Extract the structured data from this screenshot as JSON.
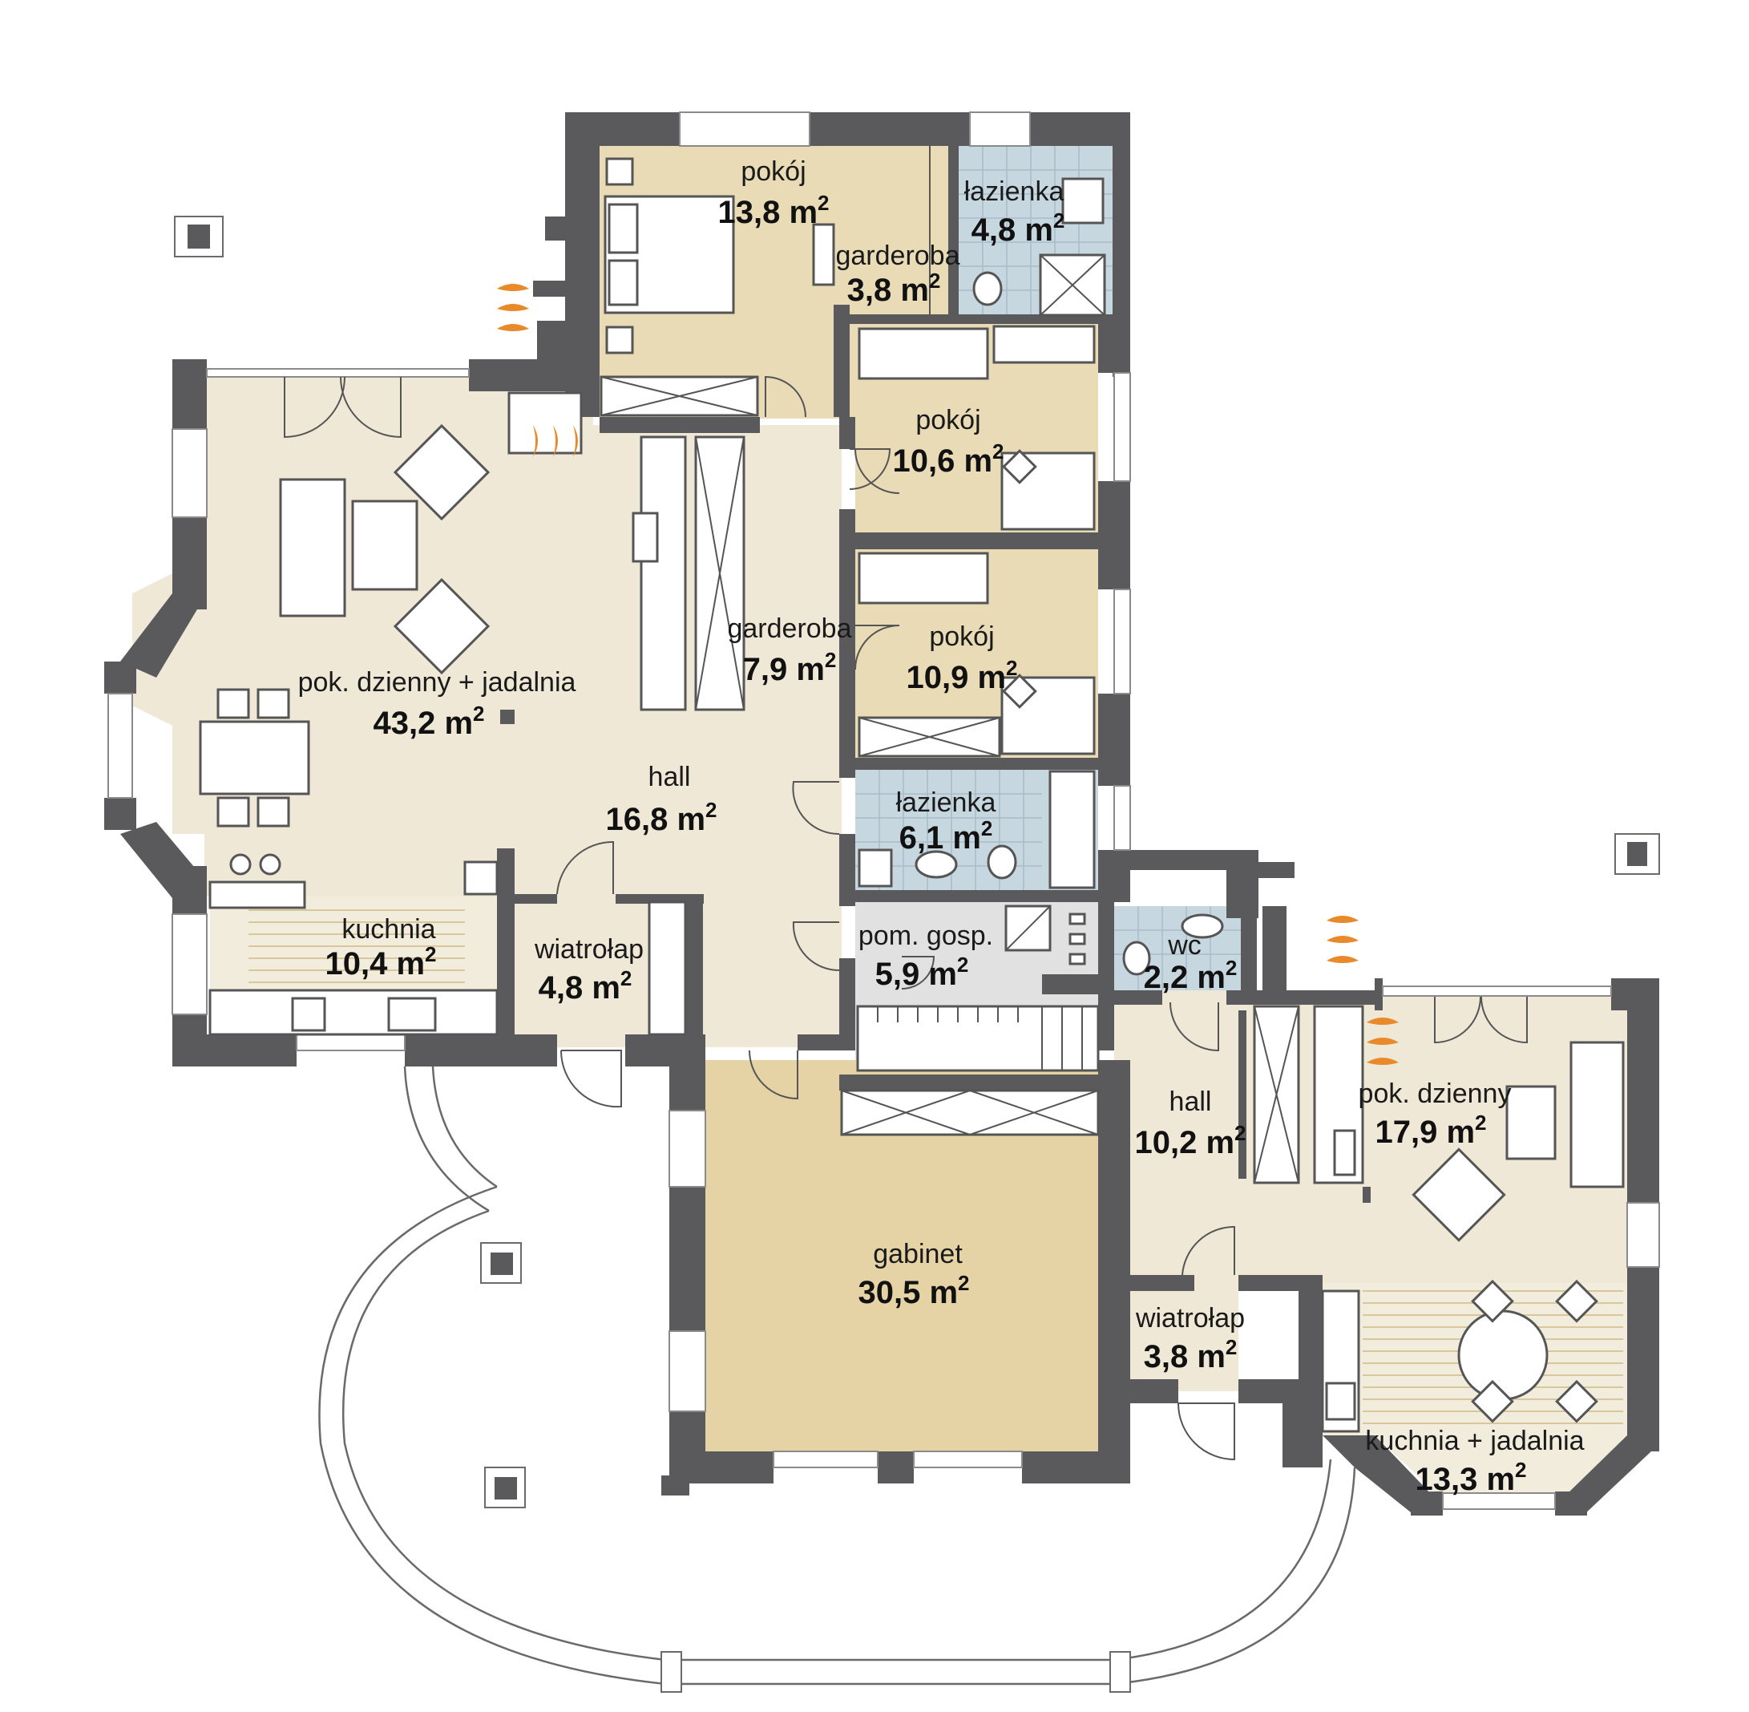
{
  "colors": {
    "wall": "#5a5a5c",
    "living_floor": "#efe8d6",
    "bedroom_floor": "#e9dbb5",
    "study_floor": "#e5d3a5",
    "bathroom_floor": "#c7d7e0",
    "utility_floor": "#e1e1e1",
    "kitchen_stripes": "#e6d9b7",
    "fireplace_flame": "#e8892a"
  },
  "rooms": [
    {
      "id": "pokoj-1",
      "name": "pokój",
      "area": "13,8 m",
      "exp": "2"
    },
    {
      "id": "garderoba-1",
      "name": "garderoba",
      "area": "3,8 m",
      "exp": "2"
    },
    {
      "id": "lazienka-1",
      "name": "łazienka",
      "area": "4,8 m",
      "exp": "2"
    },
    {
      "id": "pokoj-2",
      "name": "pokój",
      "area": "10,6 m",
      "exp": "2"
    },
    {
      "id": "garderoba-2",
      "name": "garderoba",
      "area": "7,9 m",
      "exp": "2"
    },
    {
      "id": "pokoj-3",
      "name": "pokój",
      "area": "10,9 m",
      "exp": "2"
    },
    {
      "id": "pokoj-dzienny-jadalnia",
      "name": "pok. dzienny + jadalnia",
      "area": "43,2 m",
      "exp": "2"
    },
    {
      "id": "hall-1",
      "name": "hall",
      "area": "16,8 m",
      "exp": "2"
    },
    {
      "id": "lazienka-2",
      "name": "łazienka",
      "area": "6,1 m",
      "exp": "2"
    },
    {
      "id": "kuchnia",
      "name": "kuchnia",
      "area": "10,4 m",
      "exp": "2"
    },
    {
      "id": "wiatrolap-1",
      "name": "wiatrołap",
      "area": "4,8 m",
      "exp": "2"
    },
    {
      "id": "pom-gosp",
      "name": "pom. gosp.",
      "area": "5,9 m",
      "exp": "2"
    },
    {
      "id": "wc",
      "name": "wc",
      "area": "2,2 m",
      "exp": "2"
    },
    {
      "id": "hall-2",
      "name": "hall",
      "area": "10,2 m",
      "exp": "2"
    },
    {
      "id": "pokoj-dzienny",
      "name": "pok. dzienny",
      "area": "17,9 m",
      "exp": "2"
    },
    {
      "id": "gabinet",
      "name": "gabinet",
      "area": "30,5 m",
      "exp": "2"
    },
    {
      "id": "wiatrolap-2",
      "name": "wiatrołap",
      "area": "3,8 m",
      "exp": "2"
    },
    {
      "id": "kuchnia-jadalnia",
      "name": "kuchnia + jadalnia",
      "area": "13,3 m",
      "exp": "2"
    }
  ]
}
